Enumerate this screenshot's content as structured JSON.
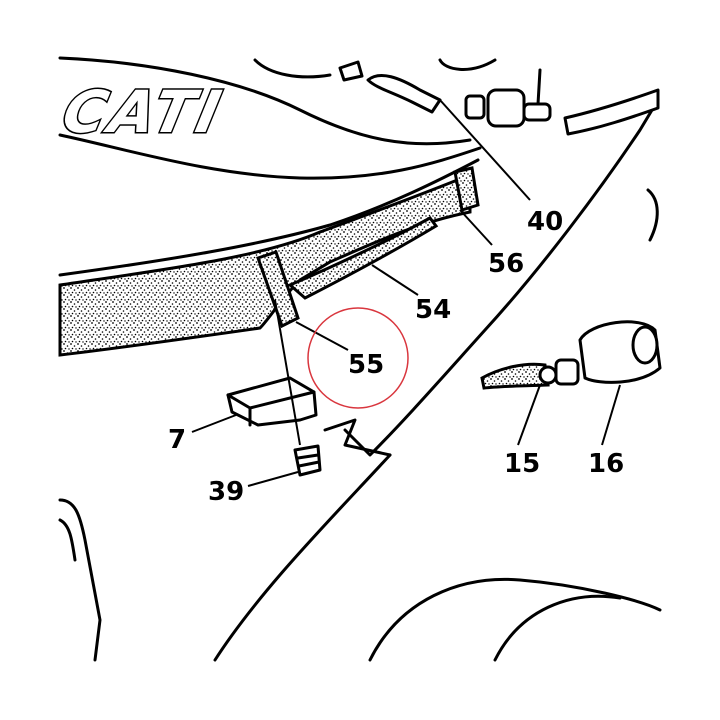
{
  "logo": {
    "text": "CATI"
  },
  "highlight": {
    "color": "#d9363e"
  },
  "callouts": {
    "p40": "40",
    "p56": "56",
    "p54": "54",
    "p55": "55",
    "p7": "7",
    "p39": "39",
    "p15": "15",
    "p16": "16"
  }
}
